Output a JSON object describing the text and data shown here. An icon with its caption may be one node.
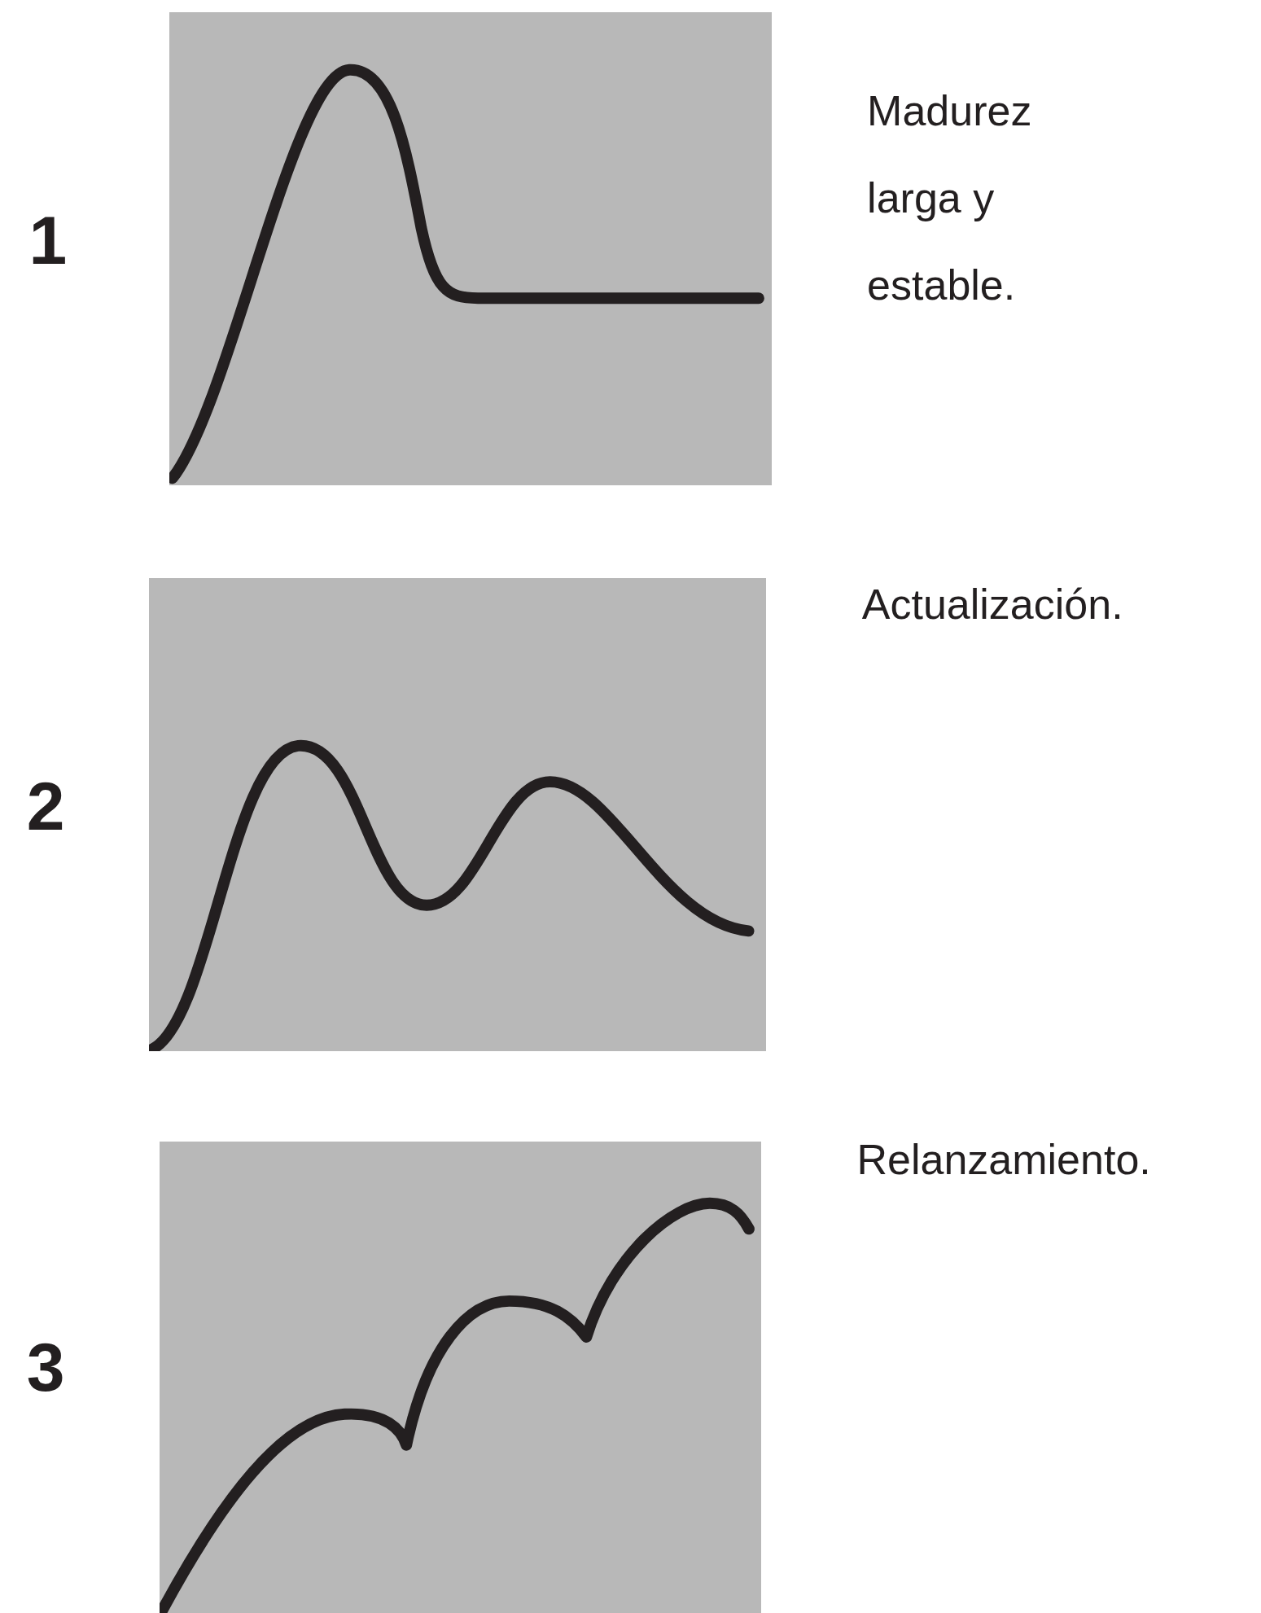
{
  "diagram": {
    "labels": [
      "1",
      "Madurez larga y estable.",
      "Actualización.",
      "2",
      "Relanzamiento.",
      "3"
    ]
  }
}
